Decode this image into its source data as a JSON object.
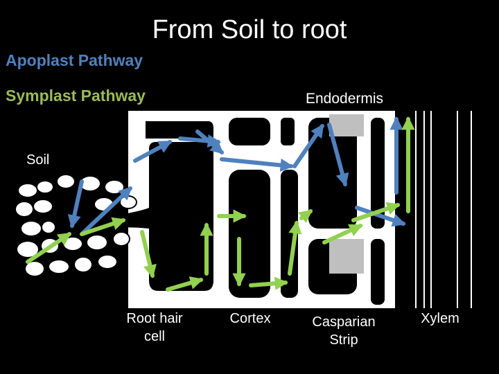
{
  "title": "From Soil to root",
  "legend": {
    "apoplast": "Apoplast Pathway",
    "symplast": "Symplast Pathway"
  },
  "labels": {
    "endodermis": "Endodermis",
    "soil": "Soil",
    "root_hair_cell": "Root hair cell",
    "cortex": "Cortex",
    "casparian_strip": "Casparian Strip",
    "xylem": "Xylem"
  },
  "colors": {
    "background": "#000000",
    "apoplast": "#4f81bd",
    "symplast": "#92d050",
    "casparian": "#bfbfbf",
    "cell_wall": "#ffffff"
  }
}
